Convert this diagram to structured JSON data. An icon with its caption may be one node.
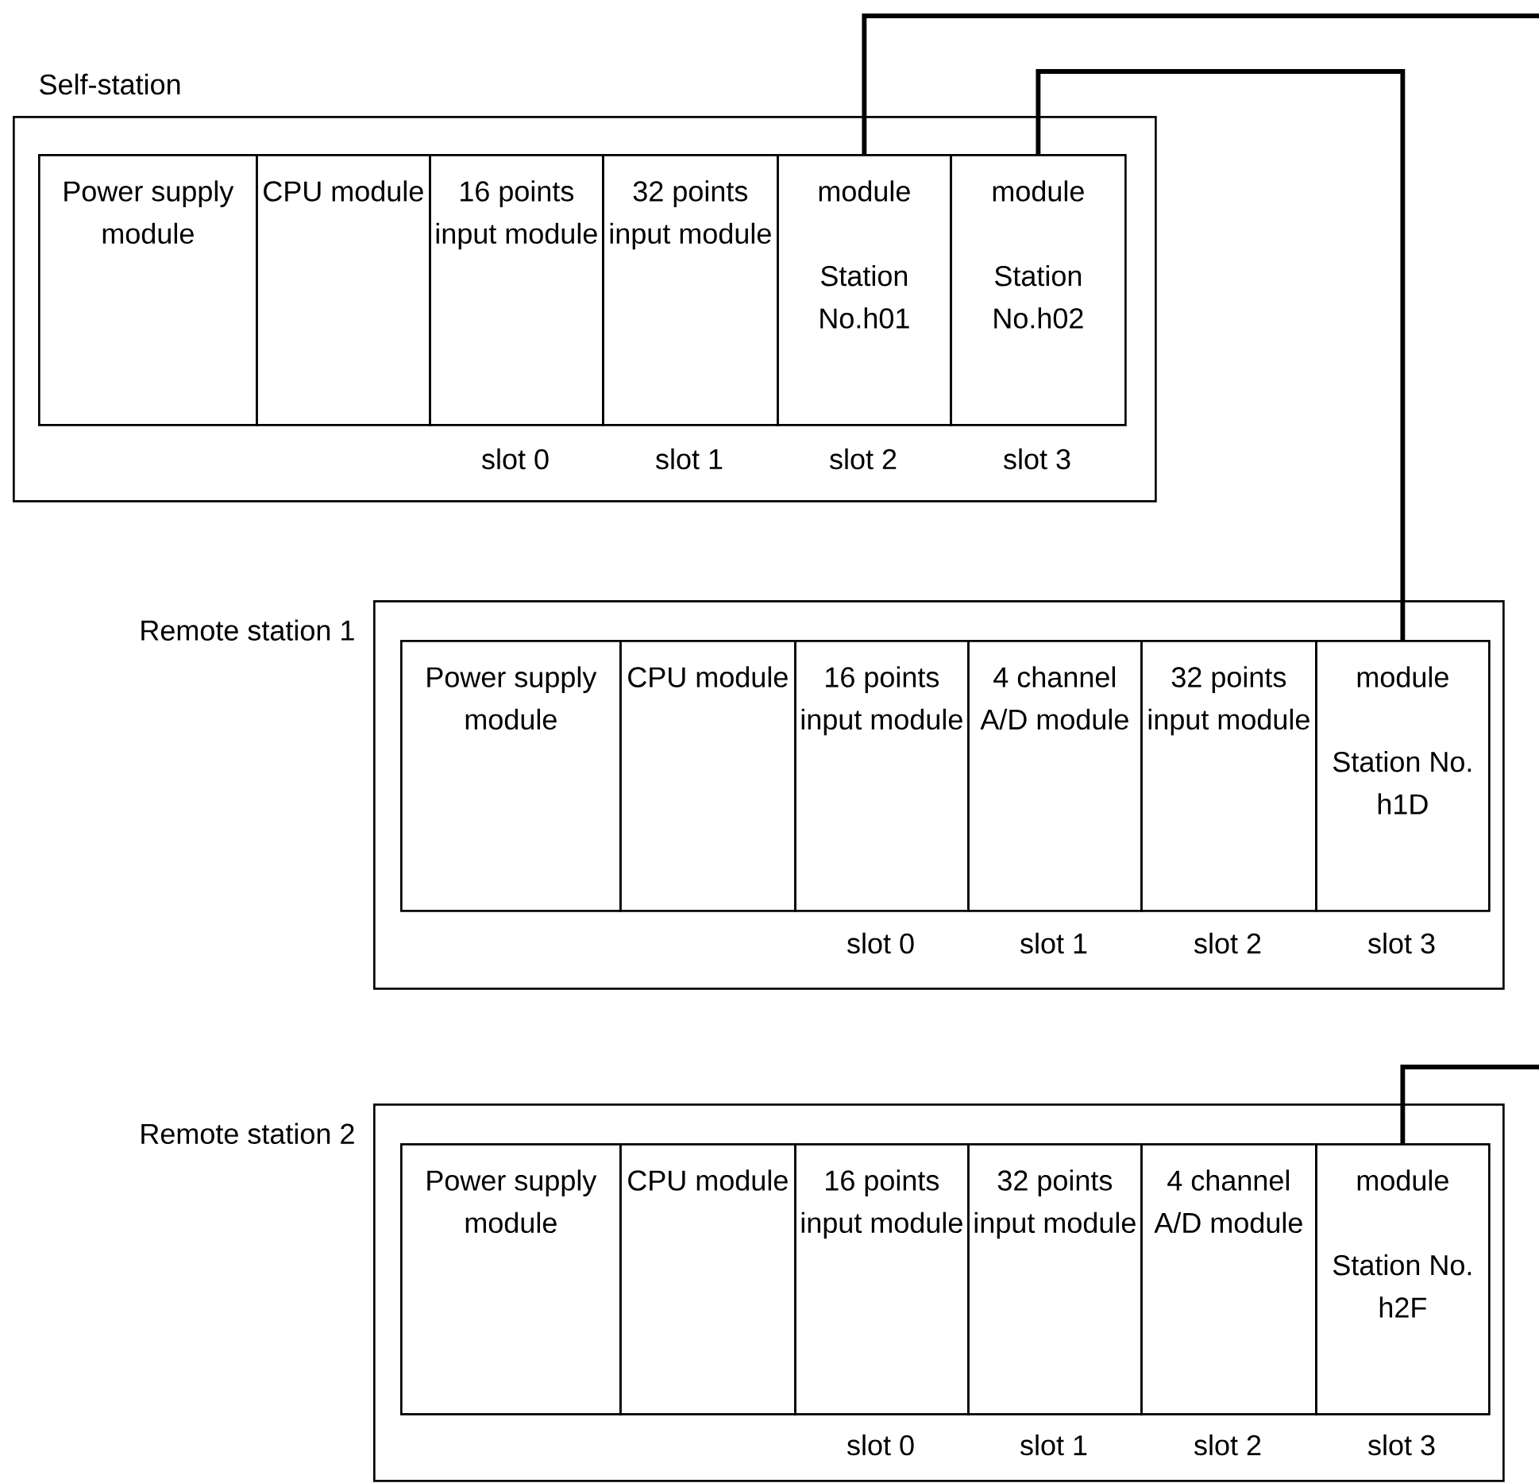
{
  "diagram": {
    "nodes": [
      {
        "text": [
          "Self-station"
        ]
      },
      {
        "text": [
          "Power supply module"
        ],
        "in": 0
      },
      {
        "text": [
          "CPU module"
        ],
        "in": 0
      },
      {
        "text": [
          "16 points input module"
        ],
        "in": 0,
        "beside": [
          "slot 0"
        ]
      },
      {
        "text": [
          "32 points input module"
        ],
        "in": 0,
        "beside": [
          "slot 1"
        ]
      },
      {
        "text": [
          "module",
          "Station No.h01"
        ],
        "in": 0,
        "beside": [
          "slot 2"
        ]
      },
      {
        "text": [
          "module",
          "Station No.h02"
        ],
        "in": 0,
        "beside": [
          "slot 3"
        ]
      },
      {
        "text": [
          "Remote station 1"
        ]
      },
      {
        "text": [
          "Power supply module"
        ],
        "in": 7
      },
      {
        "text": [
          "CPU module"
        ],
        "in": 7
      },
      {
        "text": [
          "16 points input module"
        ],
        "in": 7,
        "beside": [
          "slot 0"
        ]
      },
      {
        "text": [
          "4 channel A/D module"
        ],
        "in": 7,
        "beside": [
          "slot 1"
        ]
      },
      {
        "text": [
          "32 points input module"
        ],
        "in": 7,
        "beside": [
          "slot 2"
        ]
      },
      {
        "text": [
          "module",
          "Station No. h1D"
        ],
        "in": 7,
        "beside": [
          "slot 3"
        ]
      },
      {
        "text": [
          "Remote station 2"
        ]
      },
      {
        "text": [
          "Power supply module"
        ],
        "in": 14
      },
      {
        "text": [
          "CPU module"
        ],
        "in": 14
      },
      {
        "text": [
          "16 points input module"
        ],
        "in": 14,
        "beside": [
          "slot 0"
        ]
      },
      {
        "text": [
          "32 points input module"
        ],
        "in": 14,
        "beside": [
          "slot 1"
        ]
      },
      {
        "text": [
          "4 channel A/D module"
        ],
        "in": 14,
        "beside": [
          "slot 2"
        ]
      },
      {
        "text": [
          "module",
          "Station No. h2F"
        ],
        "in": 14,
        "beside": [
          "slot 3"
        ]
      }
    ],
    "edges": [
      {
        "from": 6,
        "to": 13,
        "arrow": "none"
      },
      {
        "from": 5,
        "to": null,
        "arrow": "none"
      },
      {
        "from": null,
        "to": 20,
        "arrow": "none"
      }
    ]
  }
}
